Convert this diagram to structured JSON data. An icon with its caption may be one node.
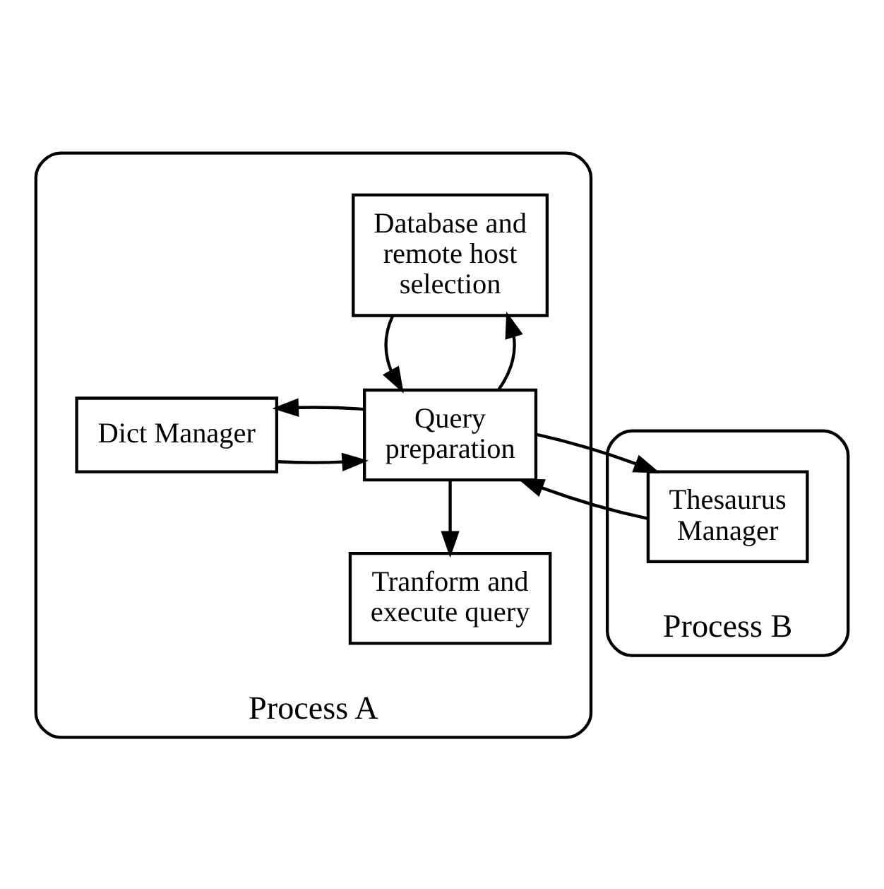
{
  "diagram": {
    "nodes": [
      {
        "text": [
          "Process A"
        ]
      },
      {
        "text": [
          "Process B"
        ]
      },
      {
        "text": [
          "Database and remote host selection"
        ],
        "in": 0
      },
      {
        "text": [
          "Dict Manager"
        ],
        "in": 0
      },
      {
        "text": [
          "Query preparation"
        ],
        "in": 0
      },
      {
        "text": [
          "Tranform and execute query"
        ],
        "in": 0
      },
      {
        "text": [
          "Thesaurus Manager"
        ],
        "in": 1
      }
    ],
    "edges": [
      {
        "from": 4,
        "to": 2,
        "arrow": "to"
      },
      {
        "from": 2,
        "to": 4,
        "arrow": "to"
      },
      {
        "from": 3,
        "to": 4,
        "arrow": "to"
      },
      {
        "from": 4,
        "to": 3,
        "arrow": "to"
      },
      {
        "from": 4,
        "to": 6,
        "arrow": "to"
      },
      {
        "from": 6,
        "to": 4,
        "arrow": "to"
      },
      {
        "from": 4,
        "to": 5,
        "arrow": "to"
      }
    ]
  }
}
